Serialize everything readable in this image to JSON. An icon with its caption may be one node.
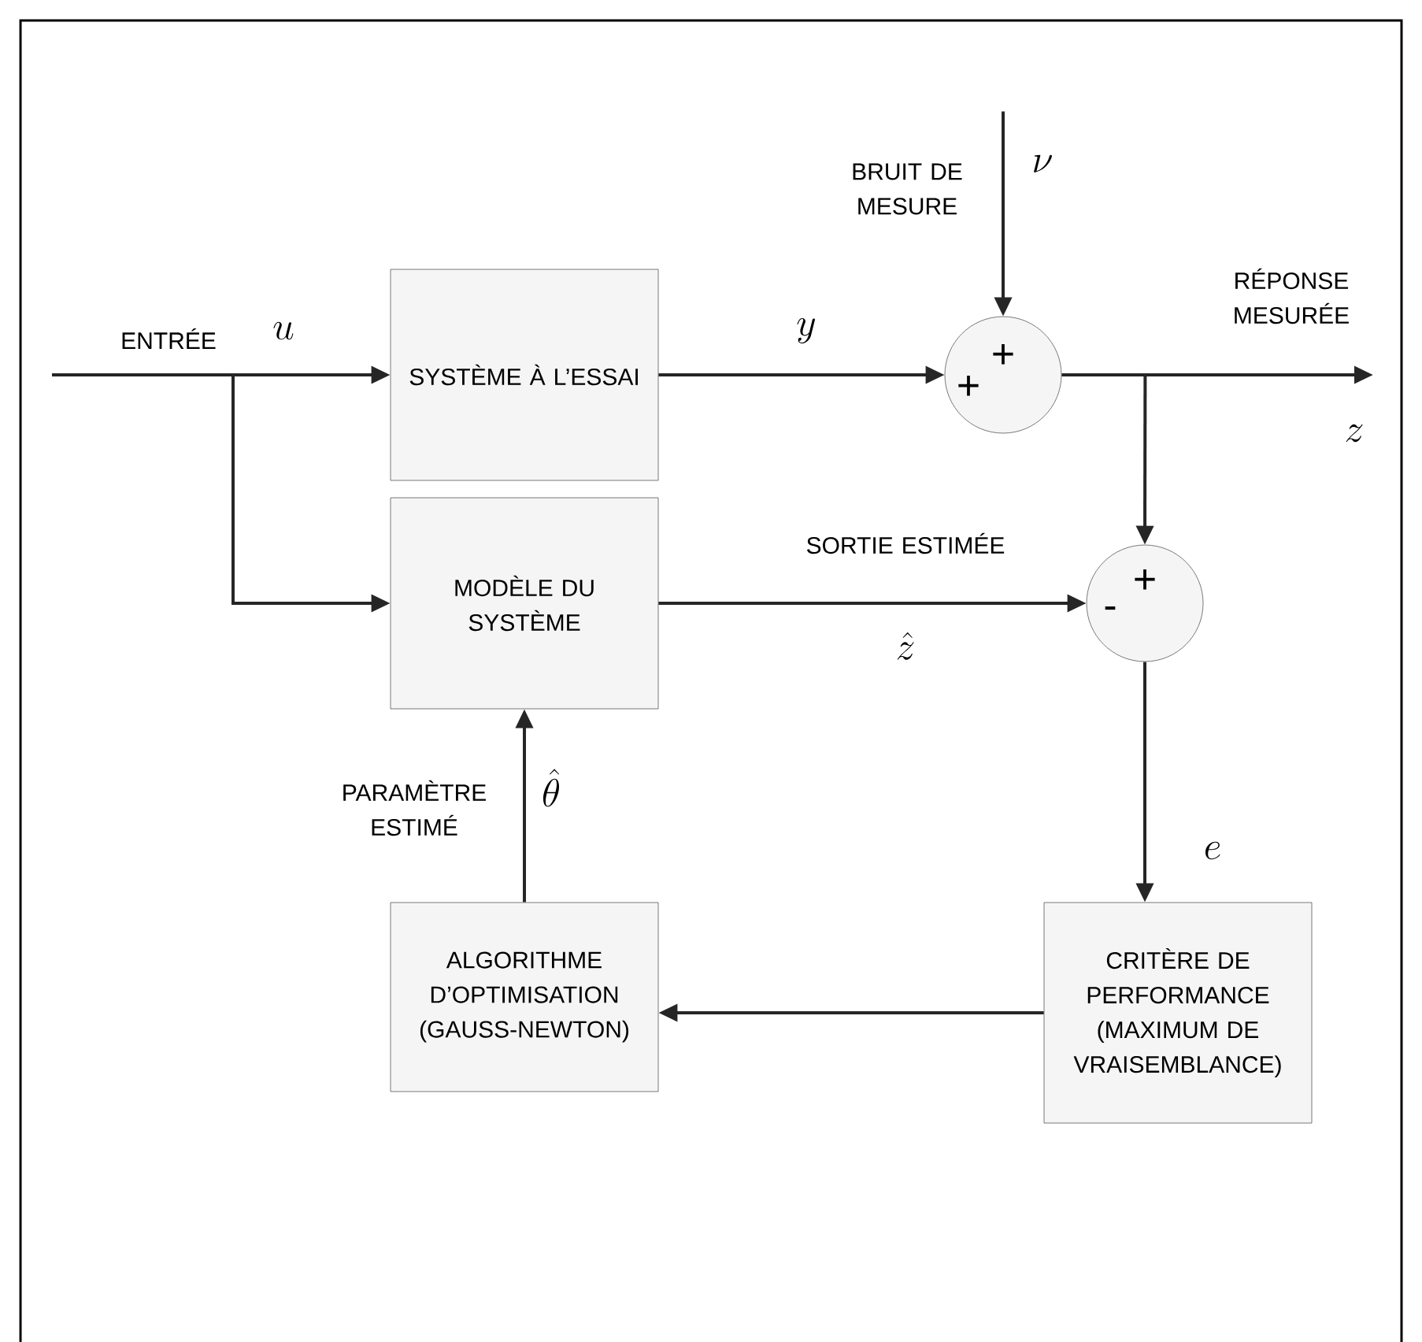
{
  "diagram": {
    "nodes": [
      {
        "text": [
          "SYSTÈME À L’ESSAI"
        ]
      },
      {
        "text": [
          "+",
          "+"
        ]
      },
      {
        "text": [
          "MODÈLE DU SYSTÈME"
        ]
      },
      {
        "text": [
          "+",
          "-"
        ]
      },
      {
        "text": [
          "ALGORITHME D’OPTIMISATION (GAUSS-NEWTON)"
        ]
      },
      {
        "text": [
          "CRITÈRE DE PERFORMANCE (MAXIMUM DE VRAISEMBLANCE)"
        ]
      }
    ],
    "edges": [
      {
        "from": null,
        "to": 0,
        "arrow": "to",
        "label": "u"
      },
      {
        "from": null,
        "to": 2,
        "arrow": "to"
      },
      {
        "from": 0,
        "to": 1,
        "arrow": "to",
        "label": "y"
      },
      {
        "from": null,
        "to": 1,
        "arrow": "to",
        "label": "\\nu"
      },
      {
        "from": 1,
        "to": null,
        "arrow": "to",
        "label": "z"
      },
      {
        "from": 1,
        "to": 3,
        "arrow": "to"
      },
      {
        "from": 2,
        "to": 3,
        "arrow": "to",
        "label": "\\hat{z}"
      },
      {
        "from": 3,
        "to": 5,
        "arrow": "to",
        "label": "e"
      },
      {
        "from": 5,
        "to": 4,
        "arrow": "to"
      },
      {
        "from": 4,
        "to": 2,
        "arrow": "to",
        "label": "\\hat{\\theta}"
      }
    ],
    "labels": [
      "BRUIT DE MESURE",
      "RÉPONSE MESURÉE",
      "ENTRÉE",
      "SORTIE ESTIMÉE",
      "PARAMÈTRE ESTIMÉ"
    ]
  }
}
